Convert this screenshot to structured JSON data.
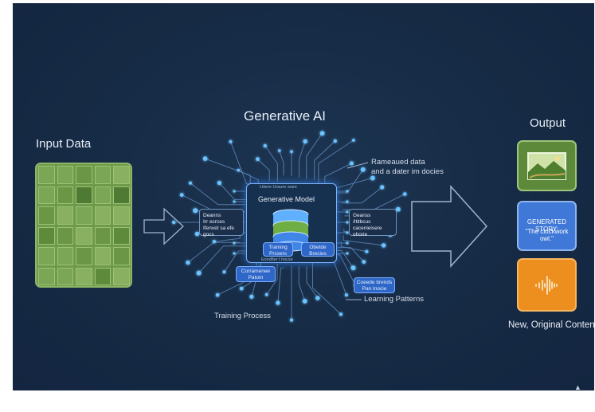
{
  "diagram": {
    "title": "Generative AI",
    "input": {
      "label": "Input Data"
    },
    "output": {
      "label": "Output",
      "caption": "New, Original Content",
      "cards": [
        {
          "icon": "landscape-image-icon",
          "color": "#5c8a3a"
        },
        {
          "heading": "GENERATED STORY:",
          "text": "\"The clockwork owl.\"",
          "color": "#3f78d6"
        },
        {
          "icon": "audio-waveform-icon",
          "color": "#ec8f1f"
        }
      ]
    },
    "model": {
      "label": "Generative Model",
      "annotations": {
        "top_right": [
          "Rameaued data",
          "and a dater im docies"
        ],
        "bottom_left": "Training Process",
        "bottom_right": "Learning Patterns"
      },
      "left_node": [
        "Deanns",
        "Irr ecrces",
        "Ifenvet sa efe gocs"
      ],
      "right_node": [
        "Geanss",
        "/Ititbcus",
        "cacenieisere ohorie"
      ],
      "small_nodes": [
        [
          "Traming",
          "Prcxers"
        ],
        [
          "Obetde",
          "Brecies"
        ],
        [
          "Corramenee",
          "Patom"
        ],
        [
          "Coeede brends",
          "Pan Inocie"
        ]
      ],
      "tiny_text": [
        "Llitere Uraure ware",
        "Eondfier t hocse"
      ],
      "layers": [
        "#5fb0ff",
        "#6fae45",
        "#3f86e6"
      ]
    },
    "accent": "#4da3ff"
  }
}
